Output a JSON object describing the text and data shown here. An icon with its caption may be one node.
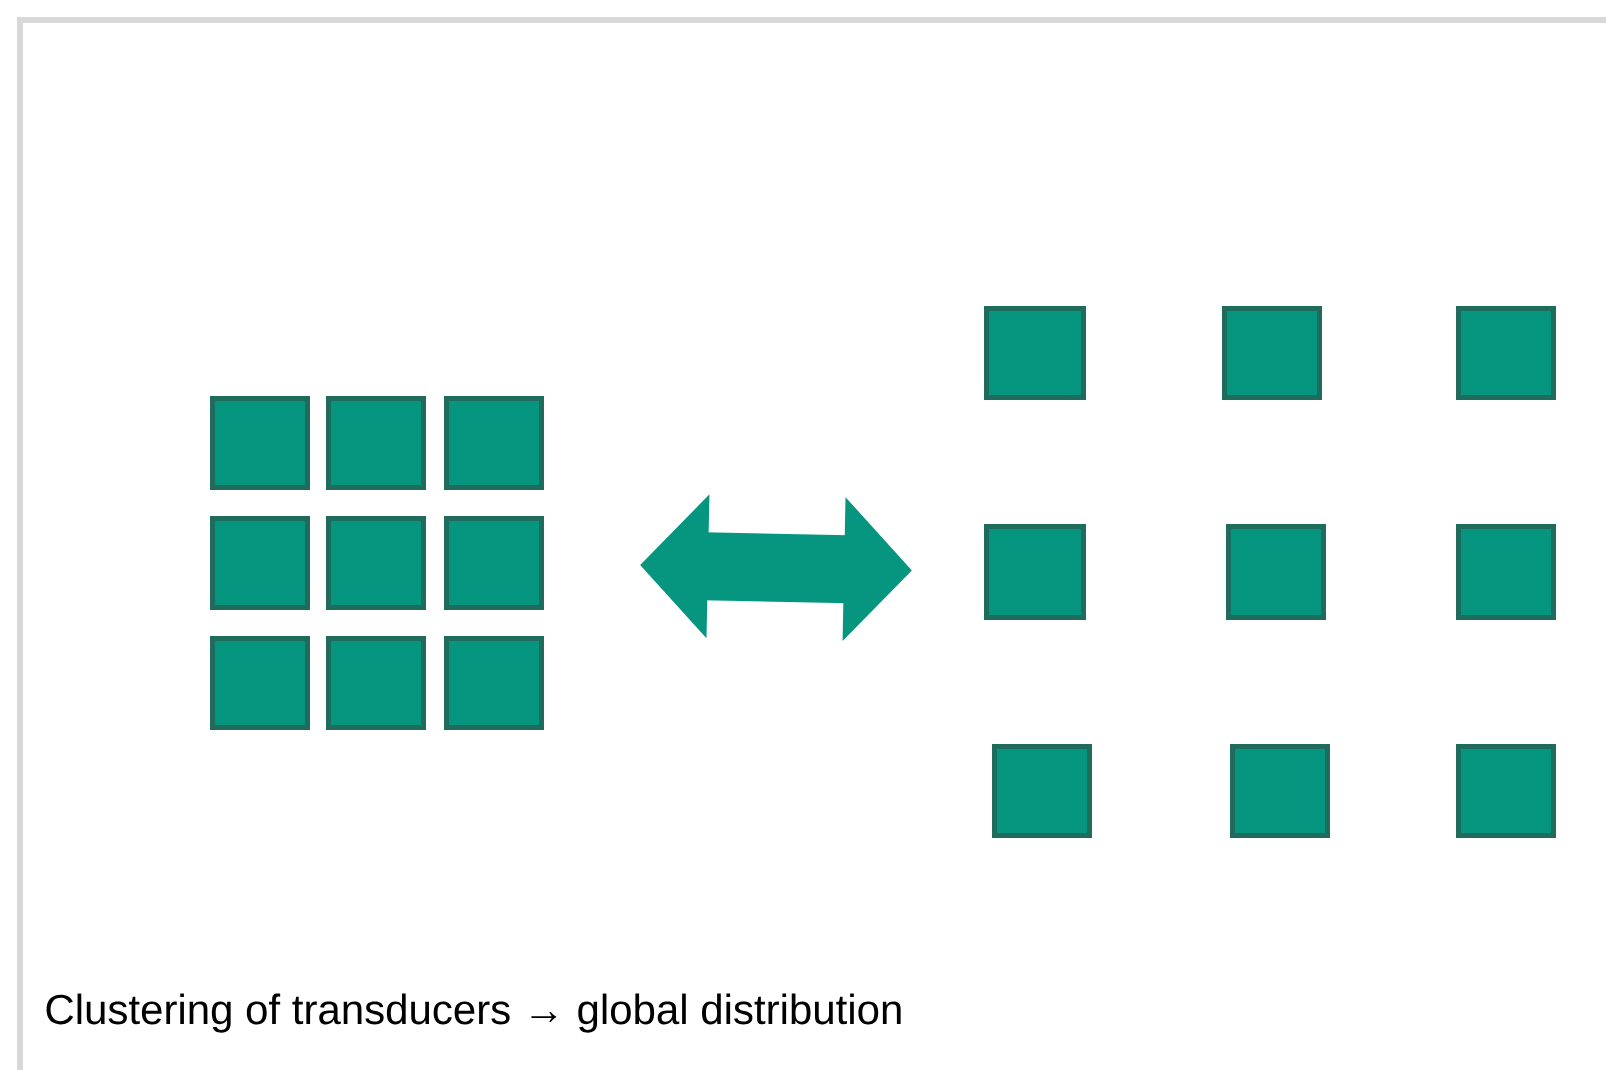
{
  "diagram": {
    "caption": "Clustering of transducers → global distribution",
    "nodes": [
      {
        "text": [],
        "shape": "box"
      },
      {
        "text": [],
        "shape": "box"
      },
      {
        "text": [],
        "shape": "box"
      },
      {
        "text": [],
        "shape": "box"
      },
      {
        "text": [],
        "shape": "box"
      },
      {
        "text": [],
        "shape": "box"
      },
      {
        "text": [],
        "shape": "box"
      },
      {
        "text": [],
        "shape": "box"
      },
      {
        "text": [],
        "shape": "box"
      },
      {
        "text": [],
        "shape": "box"
      },
      {
        "text": [],
        "shape": "box"
      },
      {
        "text": [],
        "shape": "box"
      },
      {
        "text": [],
        "shape": "box"
      },
      {
        "text": [],
        "shape": "box"
      },
      {
        "text": [],
        "shape": "box"
      },
      {
        "text": [],
        "shape": "box"
      },
      {
        "text": [],
        "shape": "box"
      },
      {
        "text": [],
        "shape": "box"
      }
    ],
    "edges": [
      {
        "from": 5,
        "to": 12,
        "arrow": "both"
      }
    ]
  }
}
